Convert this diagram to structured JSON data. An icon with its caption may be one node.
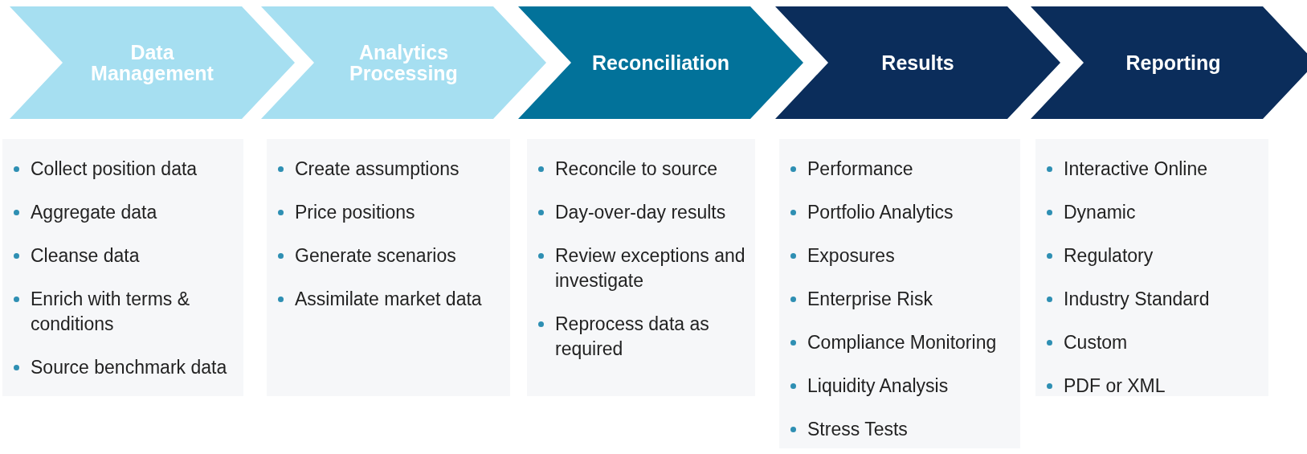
{
  "diagram": {
    "nodes": [
      {
        "text": [
          "Data Management"
        ]
      },
      {
        "text": [
          "Analytics Processing"
        ]
      },
      {
        "text": [
          "Reconciliation"
        ]
      },
      {
        "text": [
          "Results"
        ]
      },
      {
        "text": [
          "Reporting"
        ]
      },
      {
        "text": [
          "Collect position data",
          "Aggregate data",
          "Cleanse data",
          "Enrich with terms & conditions",
          "Source benchmark data"
        ]
      },
      {
        "text": [
          "Create assumptions",
          "Price positions",
          "Generate scenarios",
          "Assimilate market data"
        ]
      },
      {
        "text": [
          "Reconcile to source",
          "Day-over-day results",
          "Review exceptions and investigate",
          "Reprocess data as required"
        ]
      },
      {
        "text": [
          "Performance",
          "Portfolio Analytics",
          "Exposures",
          "Enterprise Risk",
          "Compliance Monitoring",
          "Liquidity Analysis",
          "Stress Tests"
        ]
      },
      {
        "text": [
          "Interactive Online",
          "Dynamic",
          "Regulatory",
          "Industry Standard",
          "Custom",
          "PDF or XML"
        ]
      }
    ]
  }
}
